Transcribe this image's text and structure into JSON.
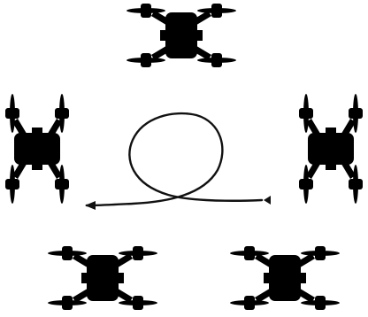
{
  "diagram": {
    "drones": [
      {
        "id": "drone-top"
      },
      {
        "id": "drone-left"
      },
      {
        "id": "drone-right"
      },
      {
        "id": "drone-bottom-left"
      },
      {
        "id": "drone-bottom-right"
      }
    ],
    "flight_path": {
      "shape": "loop",
      "direction": "right-to-left"
    }
  }
}
